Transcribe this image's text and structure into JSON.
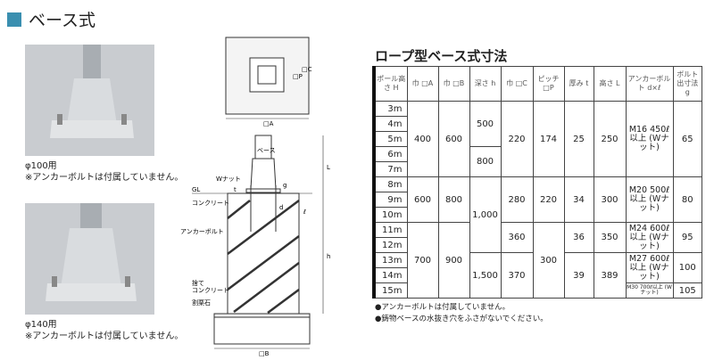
{
  "section_title": "ベース式",
  "photos": [
    {
      "caption": "φ100用",
      "note": "※アンカーボルトは付属していません。"
    },
    {
      "caption": "φ140用",
      "note": "※アンカーボルトは付属していません。"
    }
  ],
  "diagram": {
    "top_labels": {
      "a": "□A",
      "p": "□P",
      "c": "□C"
    },
    "labels": {
      "base": "ベース",
      "wnut": "Wナット",
      "gl": "GL",
      "concrete": "コンクリート",
      "anchor": "アンカーボルト",
      "sute": "捨て",
      "sute2": "コンクリート",
      "gravel": "割栗石",
      "b": "□B",
      "t": "t",
      "g": "g",
      "d": "d",
      "l": "ℓ",
      "L": "L",
      "h": "h"
    }
  },
  "table": {
    "title": "ロープ型ベース式寸法",
    "headers": [
      "ポール高さ H",
      "巾 □A",
      "巾 □B",
      "深さ h",
      "巾 □C",
      "ピッチ □P",
      "厚み t",
      "高さ L",
      "アンカーボルト d×ℓ",
      "ボルト出寸法 g"
    ],
    "heights": [
      "3m",
      "4m",
      "5m",
      "6m",
      "7m",
      "8m",
      "9m",
      "10m",
      "11m",
      "12m",
      "13m",
      "14m",
      "15m"
    ],
    "g1": {
      "a": "400",
      "b": "600",
      "h1": "500",
      "h2": "800",
      "c": "220",
      "p": "174",
      "t": "25",
      "l": "250",
      "anchor": "M16 450ℓ以上 (Wナット)",
      "g": "65"
    },
    "g2": {
      "a": "600",
      "b": "800",
      "h": "1,000",
      "c": "280",
      "p": "220",
      "t": "34",
      "l": "300",
      "anchor": "M20 500ℓ以上 (Wナット)",
      "g": "80"
    },
    "g3": {
      "a": "700",
      "b": "900",
      "c1": "360",
      "p": "300",
      "t1": "36",
      "l1": "350",
      "anchor1": "M24 600ℓ以上 (Wナット)",
      "g1": "95",
      "h2": "1,500",
      "c2": "370",
      "t2": "39",
      "l2": "389",
      "anchor2": "M27 600ℓ以上 (Wナット)",
      "g2": "100",
      "anchor3": "M30 700ℓ以上 (Wナット)",
      "g3": "105"
    }
  },
  "notes": [
    "●アンカーボルトは付属していません。",
    "●鋳物ベースの水抜き穴をふさがないでください。"
  ]
}
